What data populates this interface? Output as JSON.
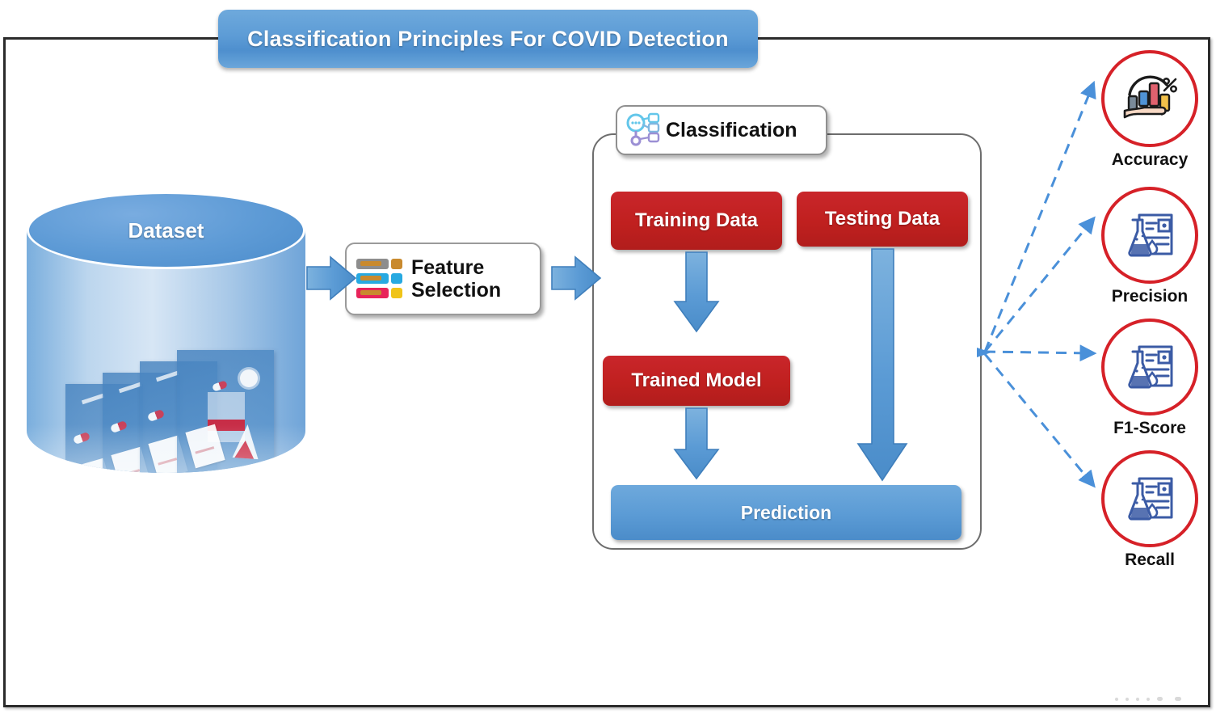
{
  "title": {
    "text": "Classification Principles For COVID Detection"
  },
  "dataset": {
    "label": "Dataset",
    "icon": "database-cylinder-icon"
  },
  "feature_selection": {
    "label_line1": "Feature",
    "label_line2": "Selection",
    "icon": "feature-list-icon"
  },
  "classification": {
    "header_label": "Classification",
    "header_icon": "classification-magnifier-icon",
    "nodes": [
      {
        "id": "training-data",
        "label": "Training Data",
        "color": "#C0201F",
        "style": "red"
      },
      {
        "id": "testing-data",
        "label": "Testing Data",
        "color": "#C0201F",
        "style": "red"
      },
      {
        "id": "trained-model",
        "label": "Trained Model",
        "color": "#C0201F",
        "style": "red"
      },
      {
        "id": "prediction",
        "label": "Prediction",
        "color": "#5B9BD5",
        "style": "blue"
      }
    ]
  },
  "metrics": [
    {
      "label": "Accuracy",
      "icon": "hand-bar-chart-percent-icon"
    },
    {
      "label": "Precision",
      "icon": "flask-document-icon"
    },
    {
      "label": "F1-Score",
      "icon": "flask-document-icon"
    },
    {
      "label": "Recall",
      "icon": "flask-document-icon"
    }
  ],
  "colors": {
    "accent_blue": "#5B9BD5",
    "accent_red": "#C0201F",
    "ring_red": "#D62128",
    "frame_dark": "#2B2B2B",
    "panel_gray": "#6D6D6D",
    "dashed_blue": "#4A90D9"
  },
  "arrows": {
    "dataset_to_feature": "block-arrow-right",
    "feature_to_classification": "block-arrow-right",
    "training_to_model": "block-arrow-down",
    "model_to_prediction": "block-arrow-down",
    "testing_to_prediction": "block-arrow-down-long",
    "prediction_to_metrics": "dashed-arrow-fan"
  }
}
